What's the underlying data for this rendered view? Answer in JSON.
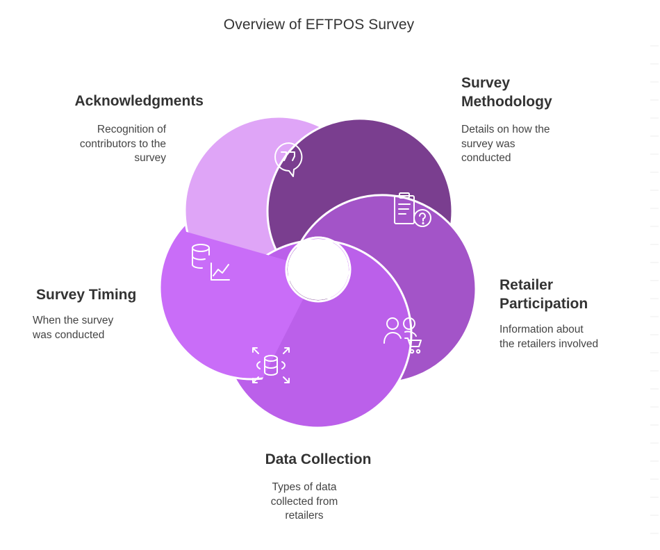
{
  "title": "Overview of EFTPOS Survey",
  "colors": {
    "acknowledgments": "#dfa5f7",
    "survey_methodology": "#7a3e8f",
    "retailer_participation": "#a354c8",
    "data_collection": "#bb60ea",
    "survey_timing": "#c96df8",
    "outline": "#ffffff",
    "icon_stroke": "#ffffff"
  },
  "segments": [
    {
      "key": "acknowledgments",
      "icon": "quote-bubble-icon",
      "heading": [
        "Acknowledgments"
      ],
      "desc": [
        "Recognition of",
        "contributors to the",
        "survey"
      ]
    },
    {
      "key": "survey_methodology",
      "icon": "clipboard-question-icon",
      "heading": [
        "Survey",
        "Methodology"
      ],
      "desc": [
        "Details on how the",
        "survey was",
        "conducted"
      ]
    },
    {
      "key": "retailer_participation",
      "icon": "users-cart-icon",
      "heading": [
        "Retailer",
        "Participation"
      ],
      "desc": [
        "Information about",
        "the retailers involved"
      ]
    },
    {
      "key": "data_collection",
      "icon": "database-expand-icon",
      "heading": [
        "Data Collection"
      ],
      "desc": [
        "Types of data",
        "collected from",
        "retailers"
      ]
    },
    {
      "key": "survey_timing",
      "icon": "database-chart-icon",
      "heading": [
        "Survey Timing"
      ],
      "desc": [
        "When the survey",
        "was conducted"
      ]
    }
  ]
}
